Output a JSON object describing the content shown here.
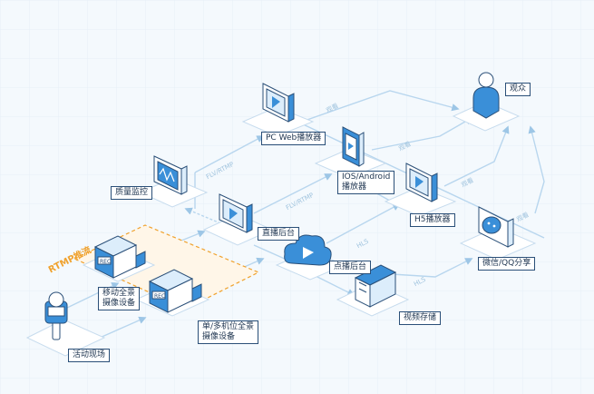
{
  "nodes": {
    "live_site": {
      "label": "活动现场"
    },
    "mobile_cam": {
      "label_lines": [
        "移动全景",
        "摄像设备"
      ]
    },
    "single_multi": {
      "label_lines": [
        "单/多机位全景",
        "摄像设备"
      ]
    },
    "quality": {
      "label": "质量监控"
    },
    "live_backend": {
      "label": "直播后台"
    },
    "vod_backend": {
      "label": "点播后台"
    },
    "video_store": {
      "label": "视频存储"
    },
    "pc_web": {
      "label": "PC Web播放器"
    },
    "ios_android": {
      "label_lines": [
        "IOS/Android",
        "播放器"
      ]
    },
    "h5": {
      "label": "H5播放器"
    },
    "wechat_qq": {
      "label": "微信/QQ分享"
    },
    "audience": {
      "label": "观众"
    }
  },
  "tag": {
    "rtmp_push": "RTMP推流"
  },
  "edges": {
    "flv_rtmp_1": "FLV/RTMP",
    "flv_rtmp_2": "FLV/RTMP",
    "hls_1": "HLS",
    "hls_2": "HLS",
    "watch_1": "观看",
    "watch_2": "观看",
    "watch_3": "观看",
    "watch_4": "观看"
  },
  "colors": {
    "background": "#f4f9fd",
    "line": "#b8d6ee",
    "device_blue": "#3a8fd8",
    "outline": "#2a4f78",
    "accent_orange": "#f0a22e",
    "screen_fill": "#dcedfb"
  }
}
